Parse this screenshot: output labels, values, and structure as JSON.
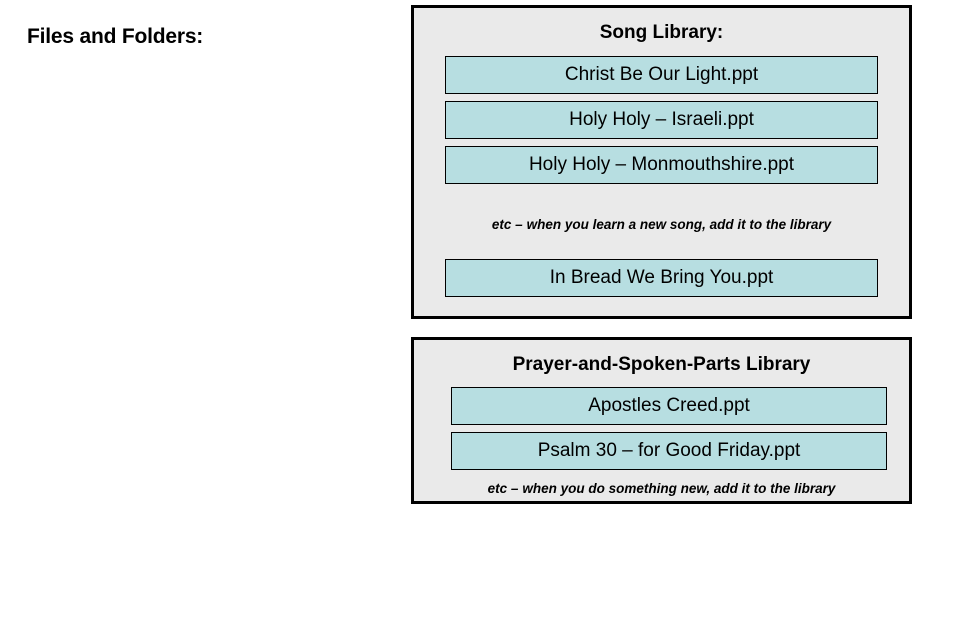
{
  "slide": {
    "heading": "Files and Folders:"
  },
  "colors": {
    "panel_background": "#EAEAEA",
    "panel_border": "#000000",
    "item_fill": "#B7DEE1",
    "item_border": "#000000",
    "text": "#000000",
    "page_background": "#FFFFFF"
  },
  "panels": [
    {
      "id": "song-library",
      "title": "Song Library:",
      "items_before_note": [
        "Christ Be Our Light.ppt",
        "Holy Holy – Israeli.ppt",
        "Holy Holy – Monmouthshire.ppt"
      ],
      "note": {
        "lead": "etc –",
        "text": "when you learn a new song, add it to the library"
      },
      "items_after_note": [
        "In Bread We Bring You.ppt"
      ]
    },
    {
      "id": "prayer-library",
      "title": "Prayer-and-Spoken-Parts Library",
      "items_before_note": [
        "Apostles Creed.ppt",
        "Psalm 30 – for Good Friday.ppt"
      ],
      "note": {
        "lead": "etc –",
        "text": "when you do something new, add it to the library"
      },
      "items_after_note": []
    }
  ]
}
